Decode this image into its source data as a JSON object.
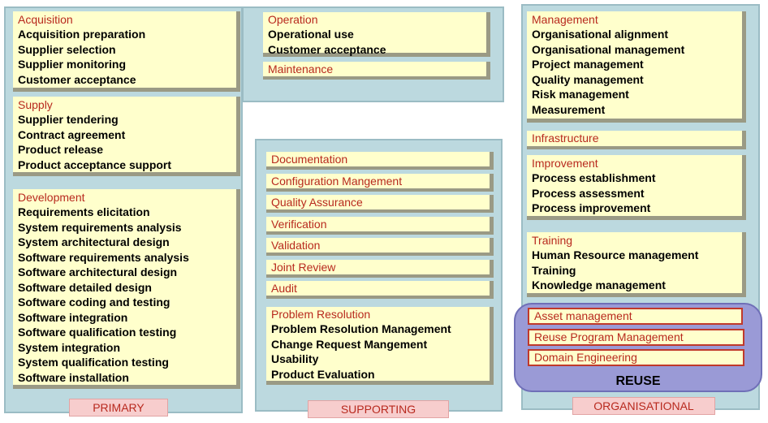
{
  "primary": {
    "label": "PRIMARY",
    "acquisition": {
      "title": "Acquisition",
      "items": [
        "Acquisition preparation",
        "Supplier selection",
        "Supplier monitoring",
        "Customer acceptance"
      ]
    },
    "supply": {
      "title": "Supply",
      "items": [
        "Supplier tendering",
        "Contract agreement",
        "Product release",
        "Product acceptance support"
      ]
    },
    "development": {
      "title": "Development",
      "items": [
        "Requirements elicitation",
        "System requirements analysis",
        "System architectural design",
        "Software requirements analysis",
        "Software  architectural design",
        "Software detailed design",
        "Software coding and testing",
        "Software integration",
        "Software qualification testing",
        "System integration",
        "System qualification testing",
        "Software installation"
      ]
    }
  },
  "operation_panel": {
    "operation": {
      "title": "Operation",
      "items": [
        "Operational use",
        "Customer acceptance"
      ]
    },
    "maintenance": "Maintenance"
  },
  "supporting": {
    "label": "SUPPORTING",
    "items": [
      "Documentation",
      "Configuration Mangement",
      "Quality Assurance",
      "Verification",
      "Validation",
      "Joint  Review",
      "Audit"
    ],
    "problem_resolution": {
      "title": "Problem Resolution",
      "items": [
        "Problem Resolution Management",
        "Change Request Mangement",
        "Usability",
        "Product Evaluation"
      ]
    }
  },
  "organisational": {
    "label": "ORGANISATIONAL",
    "management": {
      "title": "Management",
      "items": [
        "Organisational alignment",
        "Organisational management",
        "Project management",
        "Quality management",
        "Risk management",
        "Measurement"
      ]
    },
    "infrastructure": "Infrastructure",
    "improvement": {
      "title": "Improvement",
      "items": [
        "Process establishment",
        "Process assessment",
        "Process improvement"
      ]
    },
    "training": {
      "title": "Training",
      "items": [
        "Human Resource management",
        "Training",
        "Knowledge management"
      ]
    },
    "reuse": {
      "label": "REUSE",
      "items": [
        "Asset management",
        "Reuse Program Management",
        "Domain Engineering"
      ]
    }
  },
  "colors": {
    "panel": "#bcd9df",
    "box": "#ffffcc",
    "title_red": "#b8291e",
    "reuse_panel": "#9a9ad6",
    "tag": "#f7cdcd"
  }
}
